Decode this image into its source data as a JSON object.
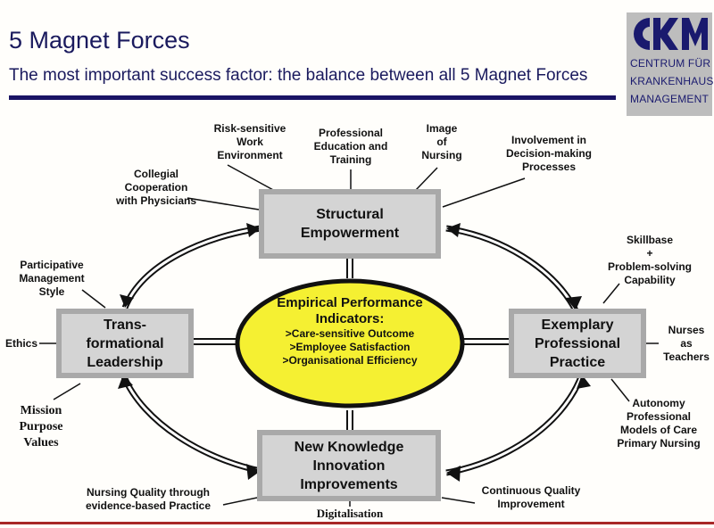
{
  "header": {
    "title": "5 Magnet Forces",
    "subtitle": "The most important success factor: the balance between all 5 Magnet Forces"
  },
  "logo": {
    "mark": "CKM",
    "lines": [
      "CENTRUM FÜR",
      "KRANKENHAUS",
      "MANAGEMENT"
    ]
  },
  "colors": {
    "title": "#1a1a5e",
    "rule": "#1a1464",
    "box_fill": "#d4d4d4",
    "box_border": "#a9a9a9",
    "center_fill": "#f5f032",
    "bottom_rule": "#a82828"
  },
  "forces": {
    "top": {
      "lines": [
        "Structural",
        "Empowerment"
      ]
    },
    "left": {
      "lines": [
        "Trans-",
        "formational",
        "Leadership"
      ]
    },
    "right": {
      "lines": [
        "Exemplary",
        "Professional",
        "Practice"
      ]
    },
    "bottom": {
      "lines": [
        "New Knowledge",
        "Innovation",
        "Improvements"
      ]
    }
  },
  "center": {
    "heading": [
      "Empirical Performance",
      "Indicators:"
    ],
    "items": [
      ">Care-sensitive Outcome",
      ">Employee Satisfaction",
      ">Organisational Efficiency"
    ]
  },
  "labels": {
    "collegial": [
      "Collegial",
      "Cooperation",
      "with Physicians"
    ],
    "risk": [
      "Risk-sensitive",
      "Work",
      "Environment"
    ],
    "education": [
      "Professional",
      "Education and",
      "Training"
    ],
    "image": [
      "Image",
      "of",
      "Nursing"
    ],
    "involvement": [
      "Involvement in",
      "Decision-making",
      "Processes"
    ],
    "participative": [
      "Participative",
      "Management",
      "Style"
    ],
    "ethics": [
      "Ethics"
    ],
    "mission": [
      "Mission",
      "Purpose",
      "Values"
    ],
    "skillbase": [
      "Skillbase",
      "+",
      "Problem-solving",
      "Capability"
    ],
    "nurses": [
      "Nurses",
      "as",
      "Teachers"
    ],
    "autonomy": [
      "Autonomy",
      "Professional",
      "Models of Care",
      "Primary Nursing"
    ],
    "nursing_quality": [
      "Nursing Quality through",
      "evidence-based Practice"
    ],
    "digitalisation": [
      "Digitalisation"
    ],
    "continuous": [
      "Continuous Quality",
      "Improvement"
    ]
  }
}
